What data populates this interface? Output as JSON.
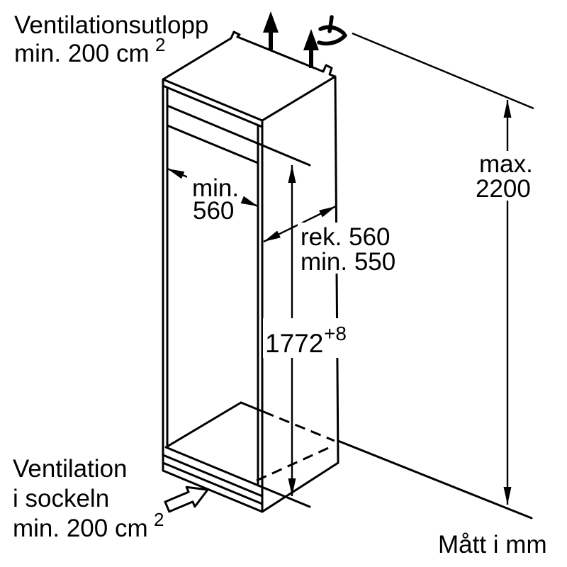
{
  "diagram": {
    "background_color": "#ffffff",
    "line_color": "#000000",
    "units_note": "Mått i mm",
    "notes": {
      "vent_outlet": {
        "line1": "Ventilationsutlopp",
        "line2": "min. 200 cm",
        "sup": "2"
      },
      "vent_plinth": {
        "line1": "Ventilation",
        "line2": "i sockeln",
        "line3": "min. 200 cm",
        "sup": "2"
      }
    },
    "dimensions": {
      "niche_width": {
        "line1": "min.",
        "line2": "560"
      },
      "niche_depth": {
        "line1": "rek. 560",
        "line2": "min. 550"
      },
      "niche_height": {
        "value": "1772",
        "tolerance": "+8"
      },
      "total_height": {
        "line1": "max.",
        "line2": "2200"
      }
    },
    "icons": {
      "airflow_up_arrows": "solid-up-arrow x2",
      "air_outlet_symbol": "curled-airflow-glyph",
      "plinth_vent_arrow": "hollow-block-arrow-up-right"
    }
  }
}
